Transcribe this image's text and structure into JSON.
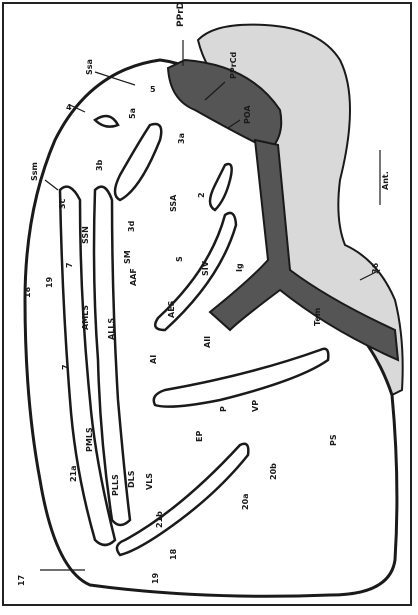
{
  "figure": {
    "background": "#ffffff",
    "ink_color": "#1a1a1a",
    "outer_region_fill": "#ffffff",
    "frontal_fill": "#d9d9d9",
    "dark_fill": "#555555",
    "labels": {
      "pprd": "PPrD",
      "ssa_top": "Ssa",
      "c4": "4",
      "l5": "5",
      "l5a": "5a",
      "n3b": "3b",
      "n3a": "3a",
      "pprcd": "PPrCd",
      "poa": "POA",
      "ssm": "Ssm",
      "n3c": "3c",
      "n3d": "3d",
      "ssa2": "SSA",
      "n2": "2",
      "n18": "18",
      "n19": "19",
      "n7": "7",
      "ssn": "SSN",
      "sm": "SM",
      "s": "S",
      "siv": "SIV",
      "ig": "Ig",
      "ami_s": "AMLS",
      "alls": "ALLS",
      "aaf": "AAF",
      "aes": "AES",
      "n7b": "7",
      "ai": "AI",
      "aii": "AII",
      "tem": "Tem",
      "n21a": "21a",
      "pmls": "PMLS",
      "n21b": "21b",
      "plls": "PLLS",
      "dls": "DLS",
      "vls": "VLS",
      "p": "P",
      "vp": "VP",
      "ep": "EP",
      "n20b": "20b",
      "n20a": "20a",
      "ps": "PS",
      "n17": "17",
      "n18b": "18",
      "n19b": "19",
      "side_label": "Ant.",
      "n36": "36"
    }
  }
}
